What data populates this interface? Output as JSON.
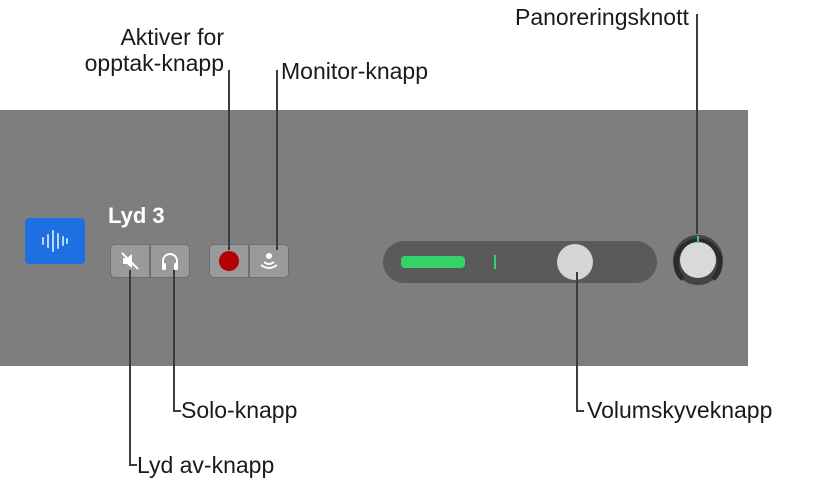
{
  "track": {
    "name": "Lyd 3",
    "icon": "audio-waveform-icon",
    "icon_color": "#1d6fe2"
  },
  "buttons": {
    "mute": {
      "icon": "speaker-muted-icon"
    },
    "solo": {
      "icon": "headphones-icon"
    },
    "record_enable": {
      "icon": "record-dot-icon",
      "color": "#b30000"
    },
    "monitor": {
      "icon": "monitor-waves-icon"
    }
  },
  "volume": {
    "level": 0.73,
    "meter_color": "#35d268"
  },
  "pan": {
    "value": 0
  },
  "callouts": {
    "record_enable": "Aktiver for\nopptak-knapp",
    "monitor": "Monitor-knapp",
    "pan": "Panoreringsknott",
    "solo": "Solo-knapp",
    "mute": "Lyd av-knapp",
    "volume": "Volumskyveknapp"
  }
}
